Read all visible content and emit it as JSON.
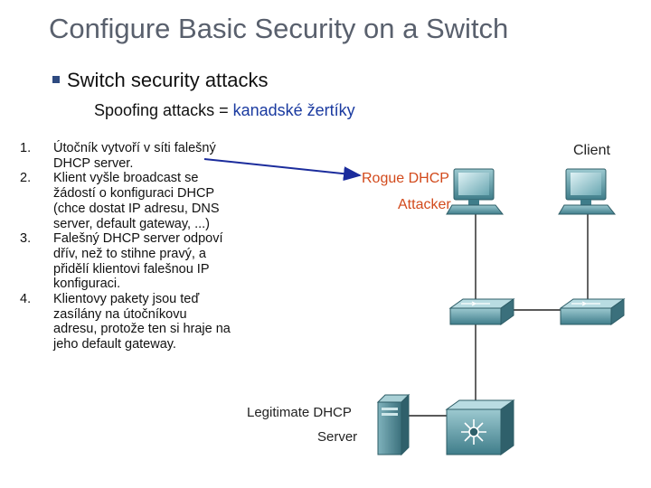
{
  "slide": {
    "title": "Configure Basic Security on a Switch",
    "bullet": "Switch security attacks",
    "subtitle_prefix": "Spoofing attacks = ",
    "subtitle_highlight": "kanadské žertíky"
  },
  "steps": [
    {
      "num": "1.",
      "text": "Útočník vytvoří v síti falešný DHCP server."
    },
    {
      "num": "2.",
      "text": "Klient vyšle broadcast se žádostí o konfiguraci DHCP (chce dostat IP adresu, DNS server, default gateway, ...)"
    },
    {
      "num": "3.",
      "text": "Falešný DHCP server odpoví dřív, než to stihne pravý, a přidělí klientovi falešnou IP konfiguraci."
    },
    {
      "num": "4.",
      "text": "Klientovy pakety jsou teď zasílány na útočníkovu adresu, protože ten si hraje na jeho default gateway."
    }
  ],
  "diagram": {
    "client_label": "Client",
    "rogue_line1": "Rogue DHCP",
    "rogue_line2": "Attacker",
    "legit_line1": "Legitimate DHCP",
    "legit_line2": "Server",
    "colors": {
      "rogue": "#d24a1c",
      "arrow": "#1b2c9c",
      "device": "#4f8f9b",
      "link": "#222222"
    }
  }
}
